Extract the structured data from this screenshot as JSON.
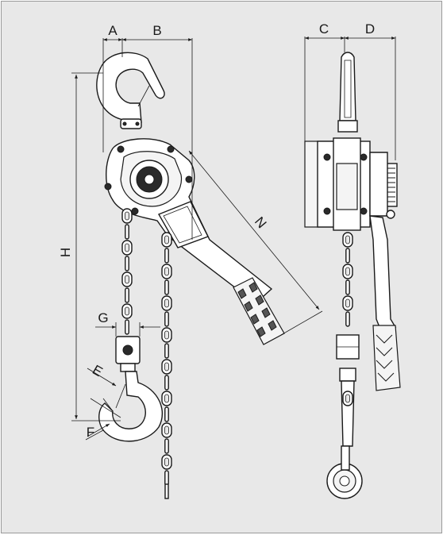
{
  "diagram": {
    "labels": {
      "A": "A",
      "B": "B",
      "C": "C",
      "D": "D",
      "H": "H",
      "N": "N",
      "G": "G",
      "E": "E",
      "F": "F"
    }
  }
}
